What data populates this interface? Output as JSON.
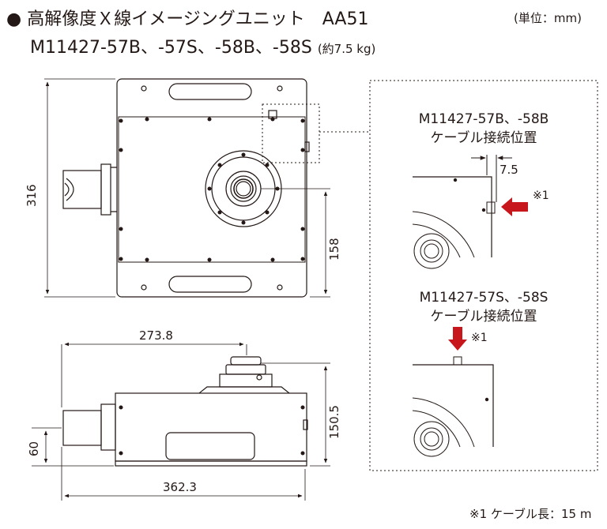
{
  "header": {
    "bullet": "●",
    "title": "高解像度Ｘ線イメージングユニット　AA51",
    "unit": "(単位：mm)",
    "models": "M11427-57B、-57S、-58B、-58S",
    "weight": "(約7.5 kg)"
  },
  "dimensions": {
    "height_total": "316",
    "center_height": "158",
    "top_offset": "273.8",
    "side_height": "150.5",
    "lens_height": "60",
    "width_total": "362.3",
    "cable_offset": "7.5"
  },
  "detail": {
    "top_title": "M11427-57B、-58B",
    "top_subtitle": "ケーブル接続位置",
    "top_note": "※1",
    "bottom_title": "M11427-57S、-58S",
    "bottom_subtitle": "ケーブル接続位置",
    "bottom_note": "※1"
  },
  "footnote": "※1 ケーブル長：15 m",
  "colors": {
    "arrow": "#c8161d",
    "line": "#231815"
  }
}
